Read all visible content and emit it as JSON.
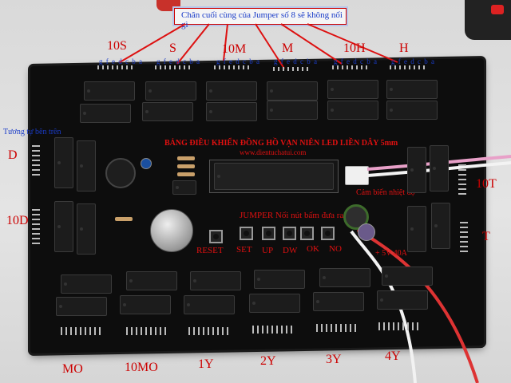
{
  "header_note": "Chân cuối cùng của Jumper số 8 sẽ không nối gì",
  "pin_letters": "g f e d c b a",
  "top_labels": [
    "10S",
    "S",
    "10M",
    "M",
    "10H",
    "H"
  ],
  "left_labels": {
    "note": "Tương tự bên trên",
    "d": "D",
    "d10": "10D"
  },
  "right_labels": {
    "t10": "10T",
    "t": "T"
  },
  "board_title": "BẢNG ĐIỀU KHIỂN ĐỒNG HỒ VẠN NIÊN LED LIỀN DÂY 5mm",
  "website": "www.dientuchatui.com",
  "sensor_label": "Cảm biến nhiệt độ",
  "jumper_label": "JUMPER Nối nút bấm đưa ra",
  "buttons": [
    "RESET",
    "SET",
    "UP",
    "DW",
    "OK",
    "NO"
  ],
  "power_label": "+ 5V 40A",
  "bottom_labels": [
    "MO",
    "10MO",
    "1Y",
    "2Y",
    "3Y",
    "4Y"
  ],
  "colors": {
    "label_red": "#cc0000",
    "pin_blue": "#1a3cc8",
    "board": "#0d0d0d"
  }
}
